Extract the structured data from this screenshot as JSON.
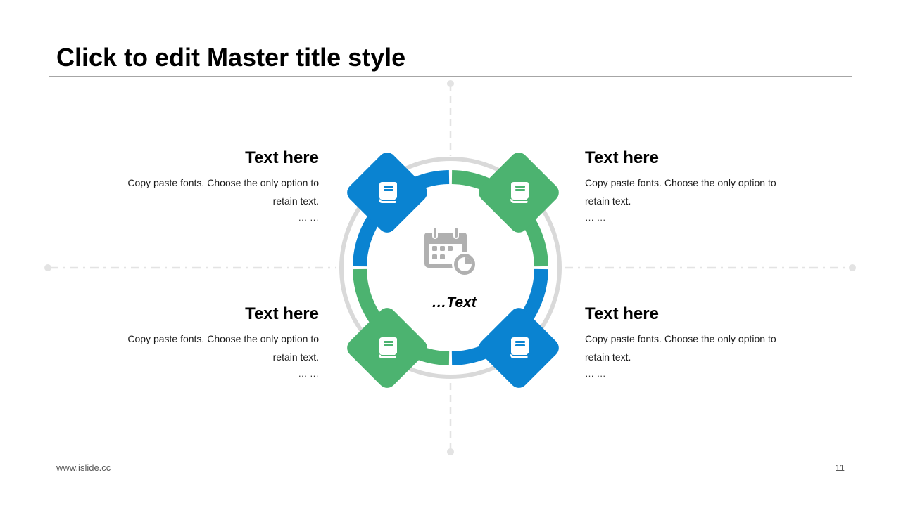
{
  "slide": {
    "title": "Click to edit Master title style",
    "footer_url": "www.islide.cc",
    "page_number": "11"
  },
  "colors": {
    "blue": "#0a83d1",
    "green": "#4cb370",
    "ring_gray": "#d9d9d9",
    "guide_gray": "#e3e3e3",
    "icon_gray": "#b0b0b0"
  },
  "diagram": {
    "center_icon": "calendar-clock-icon",
    "center_label": "…Text",
    "items": [
      {
        "position": "top-left",
        "color": "blue",
        "icon": "book-icon",
        "heading": "Text here",
        "body": "Copy paste fonts. Choose the only option to retain text.",
        "ellipsis": "… …"
      },
      {
        "position": "top-right",
        "color": "green",
        "icon": "book-icon",
        "heading": "Text here",
        "body": "Copy paste fonts. Choose the only option to retain text.",
        "ellipsis": "… …"
      },
      {
        "position": "bottom-left",
        "color": "green",
        "icon": "book-icon",
        "heading": "Text here",
        "body": "Copy paste fonts. Choose the only option to retain text.",
        "ellipsis": "… …"
      },
      {
        "position": "bottom-right",
        "color": "blue",
        "icon": "book-icon",
        "heading": "Text here",
        "body": "Copy paste fonts. Choose the only option to retain text.",
        "ellipsis": "… …"
      }
    ]
  }
}
